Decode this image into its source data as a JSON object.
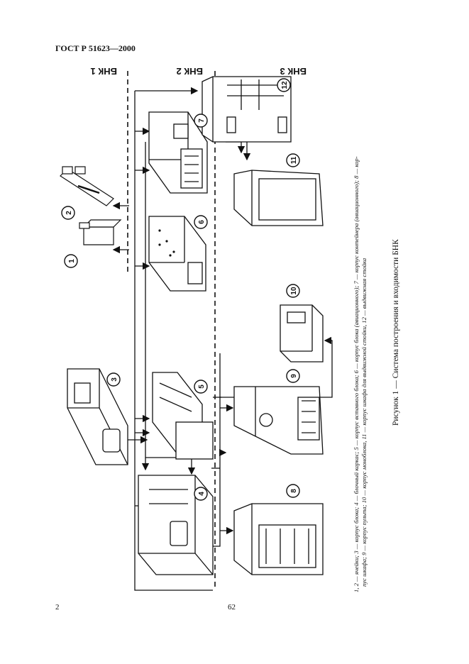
{
  "header": {
    "standard": "ГОСТ Р 51623—2000"
  },
  "footer": {
    "left_page": "2",
    "center_page": "62"
  },
  "figure": {
    "caption": "Рисунок 1 — Система построения и входимости БНК",
    "legend_line1": "1, 2 — ячейки; 3 — корпус блока; 4 — блочный каркас; 5 — корпус вставного блока; 6 — корпус блока (авиационного); 7 — корпус контейнера (авиационного); 8 — кор-",
    "legend_line2": "пус шкафа; 9 — корпус пульта; 10 — корпус моноблока, 11 — корпус шкафа для выдвижной стойки, 12 — выдвижная стойка",
    "zones": [
      "БНК 1",
      "БНК 2",
      "БНК 3"
    ],
    "item_numbers": [
      "1",
      "2",
      "3",
      "4",
      "5",
      "6",
      "7",
      "8",
      "9",
      "10",
      "11",
      "12"
    ]
  }
}
